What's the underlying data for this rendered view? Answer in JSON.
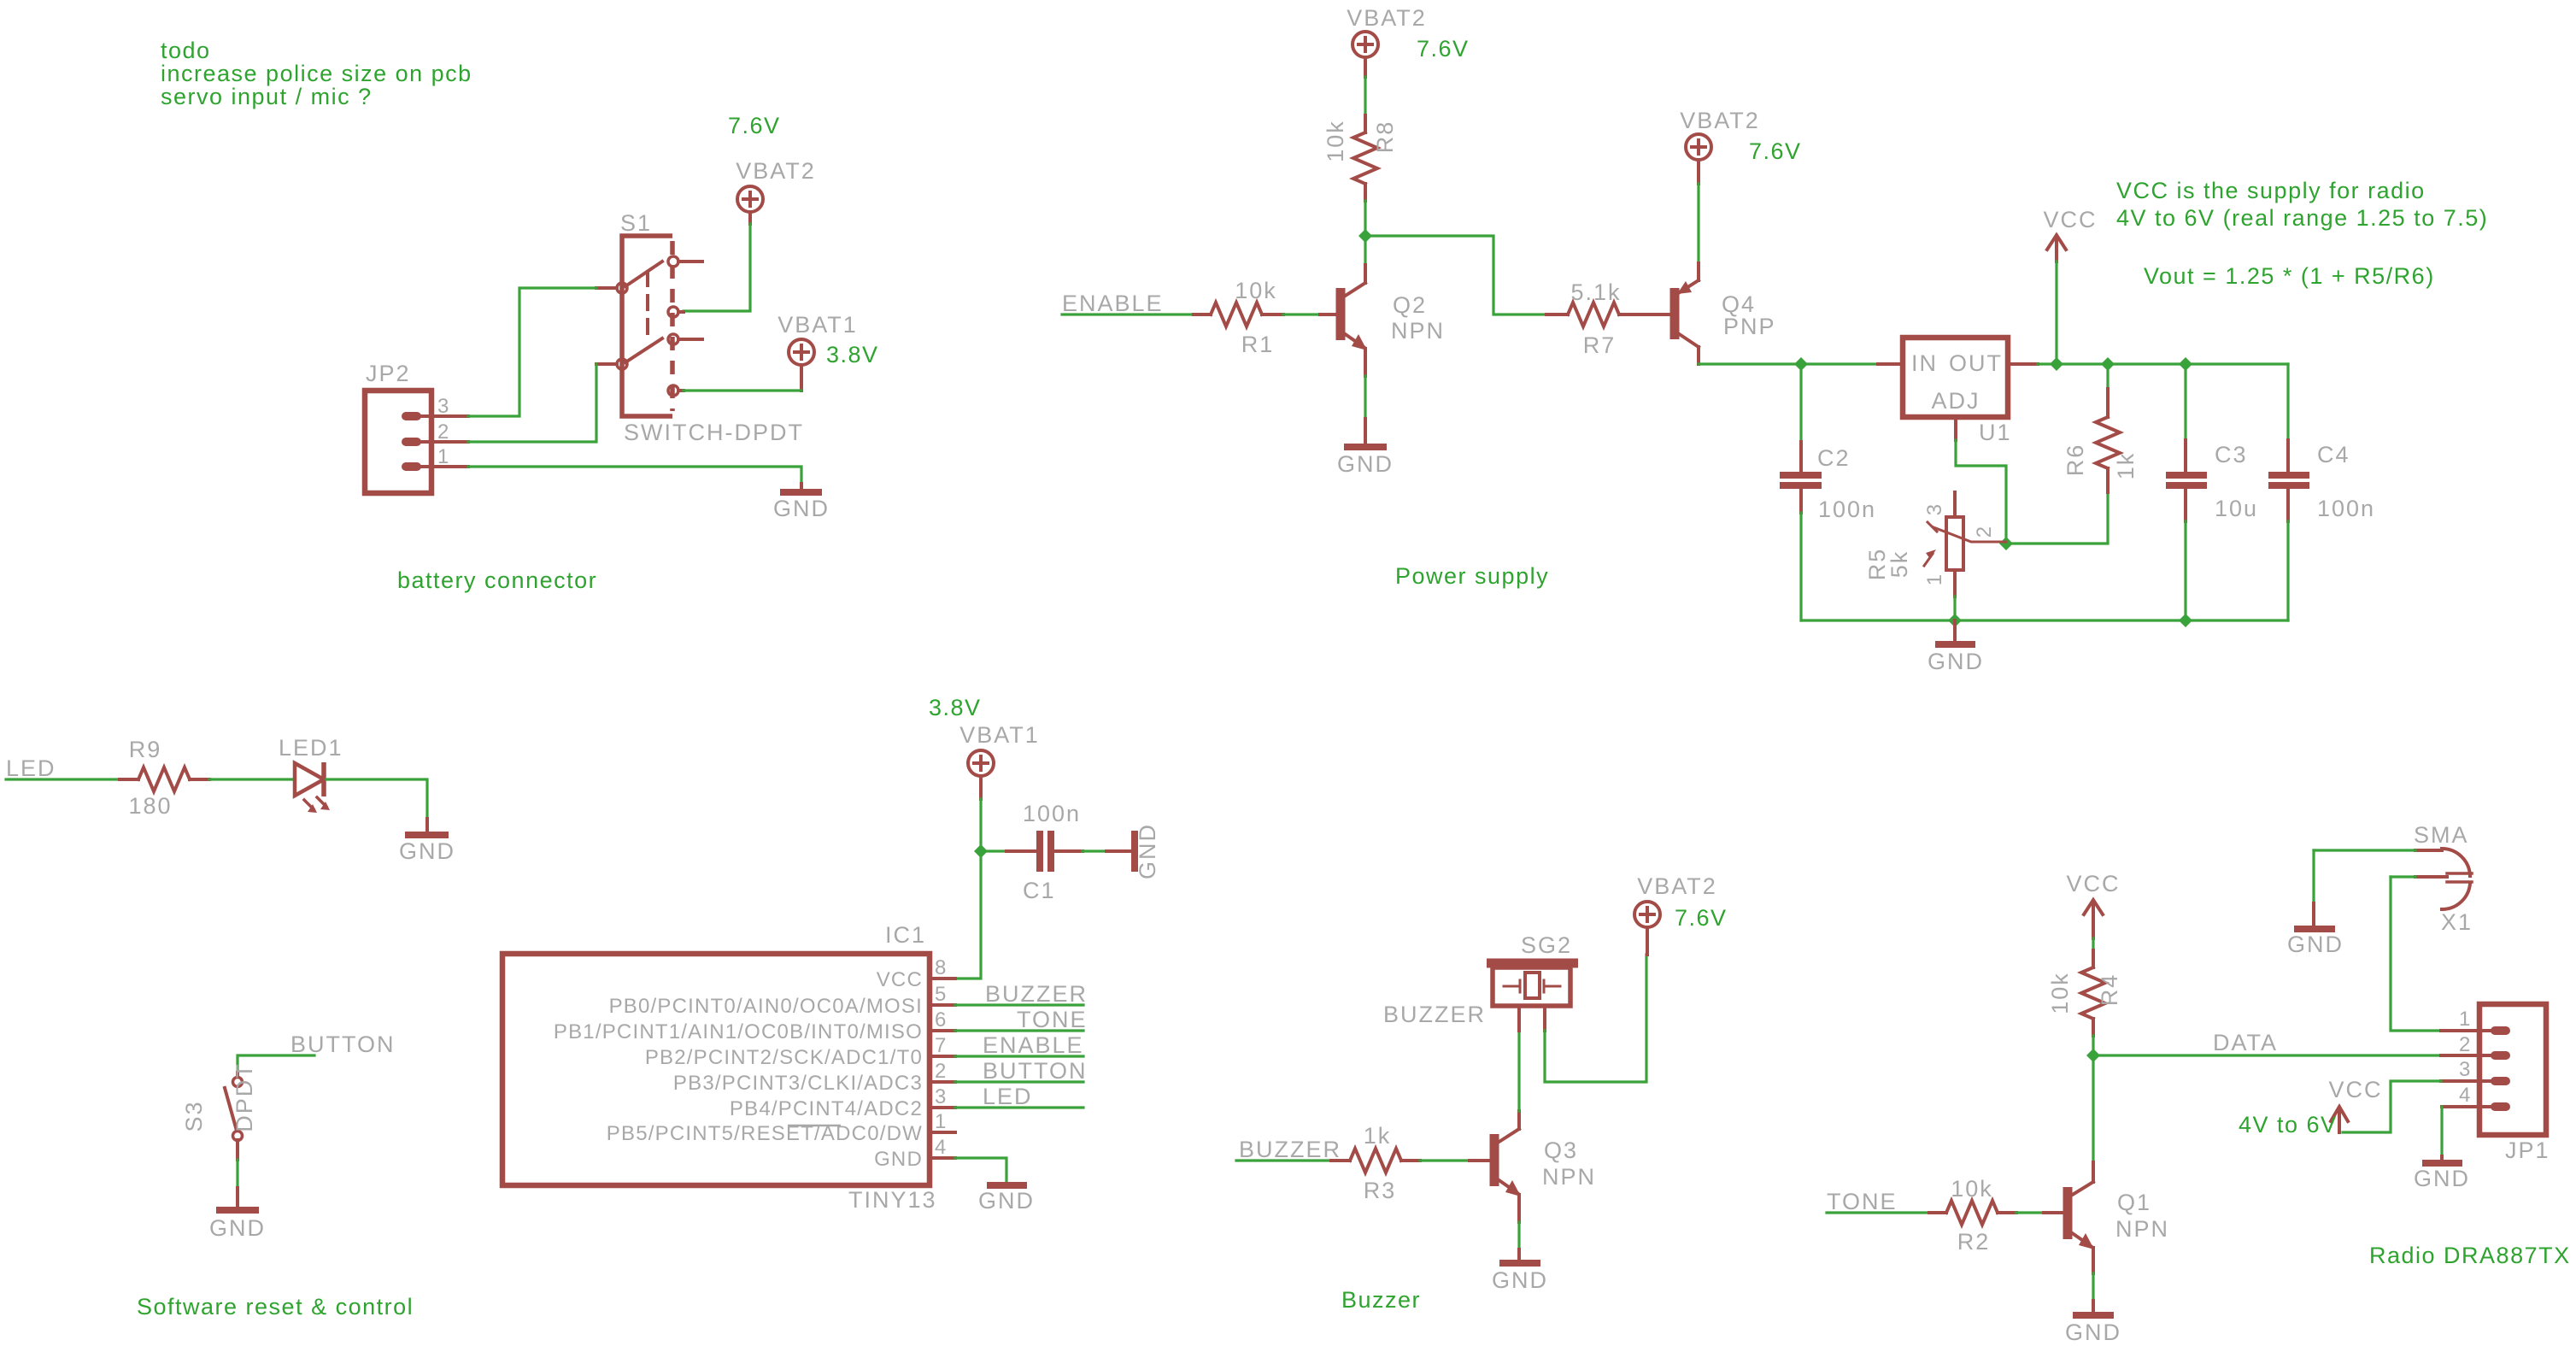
{
  "colors": {
    "background": "#FFFFFF",
    "wire": "#3AA23A",
    "component": "#A34B47",
    "label": "#A8A8A8",
    "annotation": "#2FA32F"
  },
  "todo": {
    "l1": "todo",
    "l2": "increase police size on pcb",
    "l3": "servo input / mic ?"
  },
  "sections": {
    "battery": "battery connector",
    "power": "Power supply",
    "software": "Software reset & control",
    "buzzer": "Buzzer",
    "radio": "Radio DRA887TX"
  },
  "notes": {
    "l1": "VCC is the supply for radio",
    "l2": "4V to 6V (real range 1.25 to 7.5)",
    "vout": "Vout = 1.25 * (1 + R5/R6)",
    "jp1_range": "4V to 6V"
  },
  "nets": {
    "enable": "ENABLE",
    "buzzer": "BUZZER",
    "tone": "TONE",
    "button": "BUTTON",
    "led": "LED",
    "data": "DATA",
    "vcc": "VCC",
    "gnd": "GND",
    "vbat1": "VBAT1",
    "vbat2": "VBAT2",
    "v76": "7.6V",
    "v38": "3.8V"
  },
  "parts": {
    "jp2": {
      "ref": "JP2",
      "p1": "1",
      "p2": "2",
      "p3": "3"
    },
    "s1": {
      "ref": "S1",
      "value": "SWITCH-DPDT"
    },
    "s3": {
      "ref": "S3",
      "value": "DPDT"
    },
    "r1": {
      "ref": "R1",
      "value": "10k"
    },
    "r2": {
      "ref": "R2",
      "value": "10k"
    },
    "r3": {
      "ref": "R3",
      "value": "1k"
    },
    "r4": {
      "ref": "R4",
      "value": "10k"
    },
    "r5": {
      "ref": "R5",
      "value": "5k",
      "p1": "1",
      "p2": "2",
      "p3": "3"
    },
    "r6": {
      "ref": "R6",
      "value": "1k"
    },
    "r7": {
      "ref": "R7",
      "value": "5.1k"
    },
    "r8": {
      "ref": "R8",
      "value": "10k"
    },
    "r9": {
      "ref": "R9",
      "value": "180"
    },
    "q1": {
      "ref": "Q1",
      "value": "NPN"
    },
    "q2": {
      "ref": "Q2",
      "value": "NPN"
    },
    "q3": {
      "ref": "Q3",
      "value": "NPN"
    },
    "q4": {
      "ref": "Q4",
      "value": "PNP"
    },
    "c1": {
      "ref": "C1",
      "value": "100n"
    },
    "c2": {
      "ref": "C2",
      "value": "100n"
    },
    "c3": {
      "ref": "C3",
      "value": "10u"
    },
    "c4": {
      "ref": "C4",
      "value": "100n"
    },
    "u1": {
      "ref": "U1",
      "pin_in": "IN",
      "pin_out": "OUT",
      "pin_adj": "ADJ"
    },
    "led1": {
      "ref": "LED1"
    },
    "sg2": {
      "ref": "SG2",
      "label": "BUZZER"
    },
    "x1": {
      "ref": "X1",
      "value": "SMA"
    },
    "jp1": {
      "ref": "JP1",
      "p1": "1",
      "p2": "2",
      "p3": "3",
      "p4": "4"
    },
    "ic1": {
      "ref": "IC1",
      "value": "TINY13",
      "pins": {
        "p8": {
          "num": "8",
          "name": "VCC"
        },
        "p5": {
          "num": "5",
          "name": "PB0/PCINT0/AIN0/OC0A/MOSI"
        },
        "p6": {
          "num": "6",
          "name": "PB1/PCINT1/AIN1/OC0B/INT0/MISO"
        },
        "p7": {
          "num": "7",
          "name": "PB2/PCINT2/SCK/ADC1/T0"
        },
        "p2": {
          "num": "2",
          "name": "PB3/PCINT3/CLKI/ADC3"
        },
        "p3": {
          "num": "3",
          "name": "PB4/PCINT4/ADC2"
        },
        "p1": {
          "num": "1",
          "name": "PB5/PCINT5/RESET/ADC0/DW"
        },
        "p4": {
          "num": "4",
          "name": "GND"
        }
      }
    }
  }
}
